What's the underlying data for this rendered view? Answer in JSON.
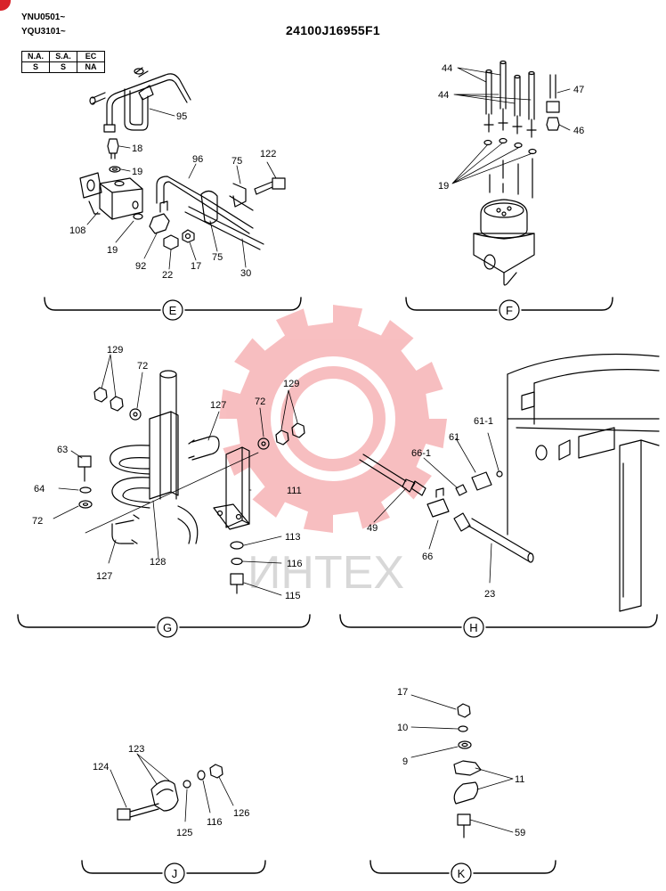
{
  "header": {
    "serial_1": "YNU0501~",
    "serial_2": "YQU3101~",
    "doc_id": "24100J16955F1"
  },
  "market_table": {
    "headers": [
      "N.A.",
      "S.A.",
      "EC"
    ],
    "values": [
      "S",
      "S",
      "NA"
    ]
  },
  "watermark": {
    "text": "ИНТЕХ",
    "color": "#e8373d"
  },
  "sections": {
    "E": {
      "letter": "E",
      "callouts": [
        "95",
        "18",
        "19",
        "96",
        "75",
        "122",
        "108",
        "19",
        "92",
        "22",
        "17",
        "75",
        "30"
      ]
    },
    "F": {
      "letter": "F",
      "callouts": [
        "44",
        "44",
        "47",
        "46",
        "19"
      ]
    },
    "G": {
      "letter": "G",
      "callouts": [
        "129",
        "72",
        "127",
        "72",
        "129",
        "63",
        "64",
        "72",
        "111",
        "113",
        "116",
        "115",
        "127",
        "128"
      ]
    },
    "H": {
      "letter": "H",
      "callouts": [
        "61-1",
        "61",
        "66-1",
        "49",
        "66",
        "23"
      ]
    },
    "J": {
      "letter": "J",
      "callouts": [
        "123",
        "124",
        "125",
        "116",
        "126"
      ]
    },
    "K": {
      "letter": "K",
      "callouts": [
        "17",
        "10",
        "9",
        "11",
        "59"
      ]
    }
  }
}
